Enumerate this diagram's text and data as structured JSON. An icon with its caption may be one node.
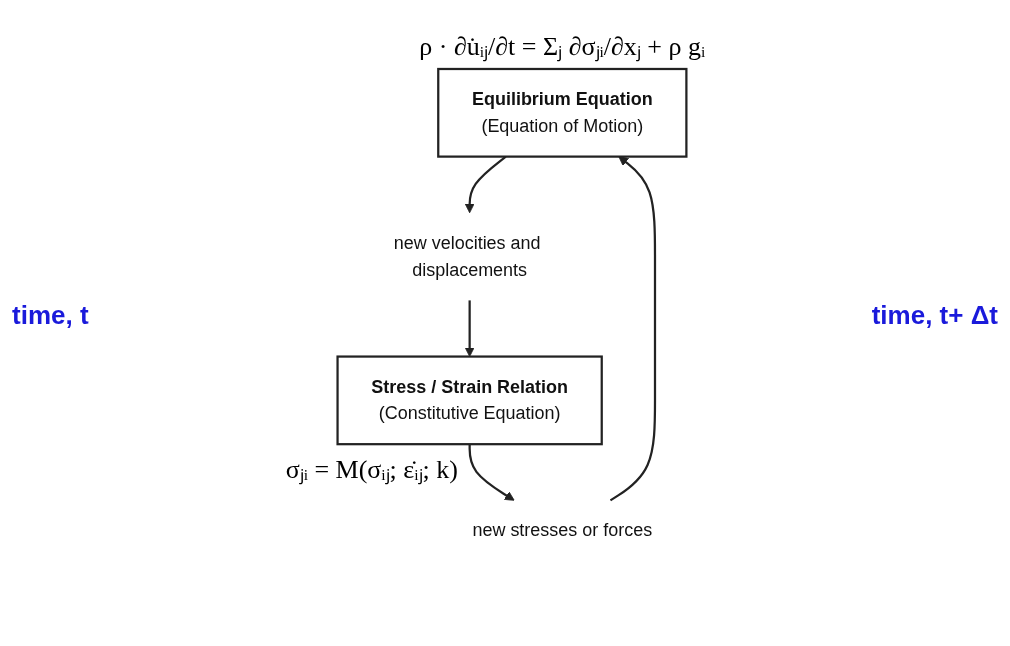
{
  "diagram": {
    "nodes": [
      {
        "text": [
          "Equilibrium Equation",
          "(Equation of Motion)"
        ],
        "beside": [
          "ρ · ∂u̇ᵢⱼ/∂t = Σⱼ ∂σⱼᵢ/∂xⱼ + ρ gᵢ"
        ]
      },
      {
        "text": [
          "new velocities and displacements"
        ]
      },
      {
        "text": [
          "Stress / Strain Relation",
          "(Constitutive Equation)"
        ],
        "beside": [
          "σⱼᵢ = M(σᵢⱼ; ε̇ᵢⱼ; k)"
        ]
      },
      {
        "text": [
          "new stresses or forces"
        ]
      }
    ],
    "edges": [
      {
        "from": 0,
        "to": 1,
        "arrow": "to"
      },
      {
        "from": 1,
        "to": 2,
        "arrow": "to"
      },
      {
        "from": 2,
        "to": 3,
        "arrow": "to"
      },
      {
        "from": 3,
        "to": 0,
        "arrow": "to"
      }
    ],
    "labels": [
      "time, t",
      "time, t+ Δt"
    ]
  }
}
